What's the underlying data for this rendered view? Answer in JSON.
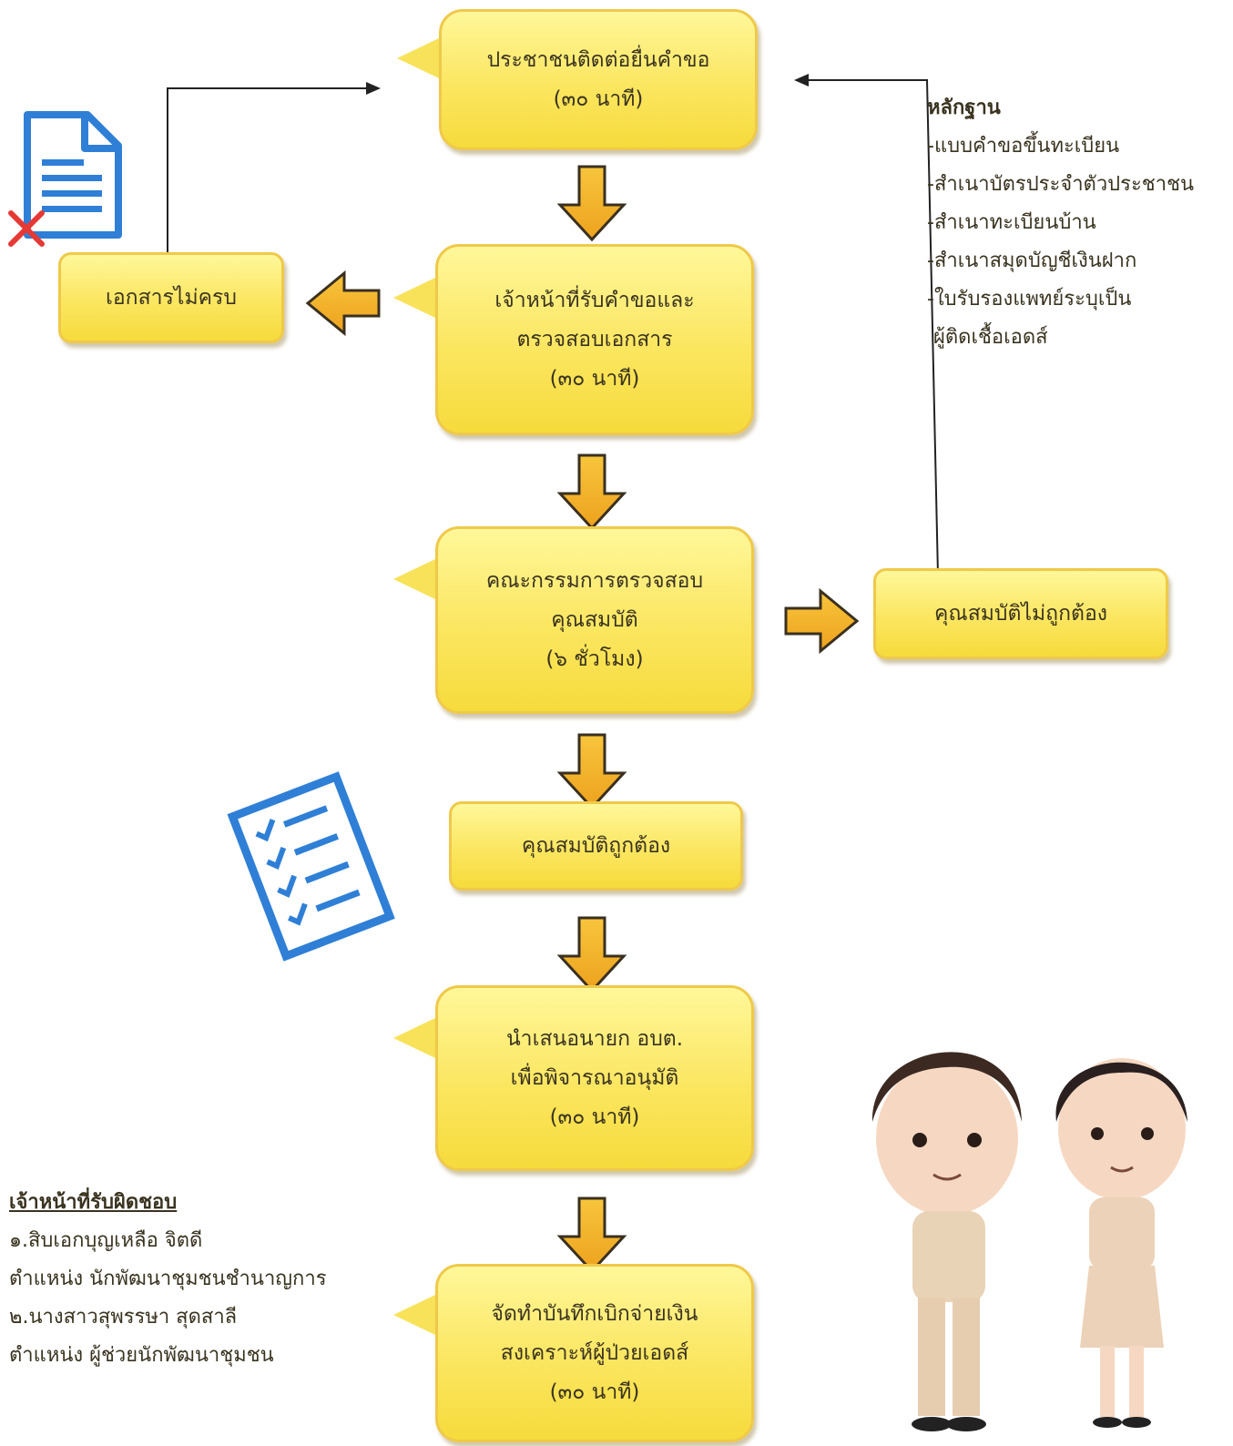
{
  "steps": {
    "s1": {
      "line1": "ประชาชนติดต่อยื่นคำขอ",
      "line2": "(๓๐ นาที)"
    },
    "s2": {
      "line1": "เจ้าหน้าที่รับคำขอและ",
      "line2": "ตรวจสอบเอกสาร",
      "line3": "(๓๐ นาที)"
    },
    "s3": {
      "line1": "คณะกรรมการตรวจสอบ",
      "line2": "คุณสมบัติ",
      "line3": "(๖ ชั่วโมง)"
    },
    "s4": {
      "line1": "คุณสมบัติถูกต้อง"
    },
    "s5": {
      "line1": "นำเสนอนายก อบต.",
      "line2": "เพื่อพิจารณาอนุมัติ",
      "line3": "(๓๐ นาที)"
    },
    "s6": {
      "line1": "จัดทำบันทึกเบิกจ่ายเงิน",
      "line2": "สงเคราะห์ผู้ป่วยเอดส์",
      "line3": "(๓๐ นาที)"
    }
  },
  "branches": {
    "incomplete_docs": "เอกสารไม่ครบ",
    "not_qualified": "คุณสมบัติไม่ถูกต้อง"
  },
  "evidence": {
    "title": "หลักฐาน",
    "items": [
      "-แบบคำขอขึ้นทะเบียน",
      "-สำเนาบัตรประจำตัวประชาชน",
      "-สำเนาทะเบียนบ้าน",
      "-สำเนาสมุดบัญชีเงินฝาก",
      "-ใบรับรองแพทย์ระบุเป็น",
      " ผู้ติดเชื้อเอดส์"
    ]
  },
  "staff": {
    "title": "เจ้าหน้าที่รับผิดชอบ",
    "lines": [
      "๑.สิบเอกบุญเหลือ จิตดี",
      "ตำแหน่ง นักพัฒนาชุมชนชำนาญการ",
      "๒.นางสาวสุพรรษา สุดสาลี",
      "ตำแหน่ง ผู้ช่วยนักพัฒนาชุมชน"
    ]
  },
  "colors": {
    "box": "#f8e25a",
    "arrow": "#f3b52b",
    "icon": "#2f7fd6",
    "cross": "#e53935"
  }
}
